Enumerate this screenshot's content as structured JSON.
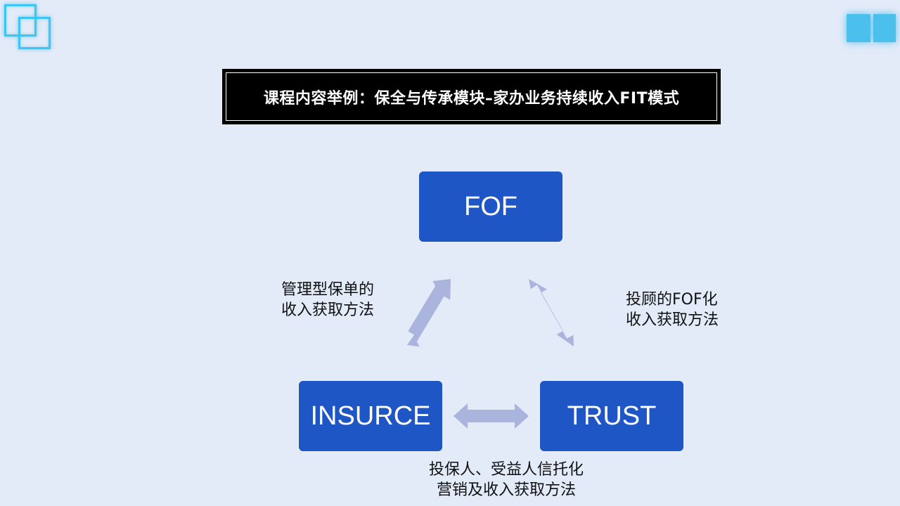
{
  "title": "课程内容举例：保全与传承模块–家办业务持续收入FIT模式",
  "nodes": {
    "fof": "FOF",
    "insurance": "INSURCE",
    "trust": "TRUST"
  },
  "labels": {
    "insurance_fof": [
      "管理型保单的",
      "收入获取方法"
    ],
    "fof_trust": [
      "投顾的FOF化",
      "收入获取方法"
    ],
    "insurance_trust": [
      "投保人、受益人信托化",
      "营销及收入获取方法"
    ]
  },
  "colors": {
    "background": "#e3eaf8",
    "node_fill": "#1f56c6",
    "arrow": "#aab4dc",
    "title_bg": "#000000"
  },
  "icons": {
    "top_left": "overlapping-squares-decoration",
    "top_right": "glowing-blocks-decoration"
  }
}
